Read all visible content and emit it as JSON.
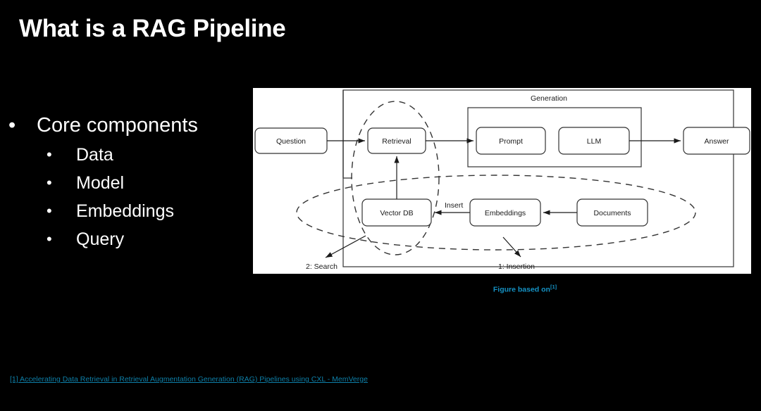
{
  "slide": {
    "title": "What is a RAG Pipeline",
    "background_color": "#000000",
    "text_color": "#ffffff",
    "link_color": "#0e7fa8",
    "credit_color": "#1592c4"
  },
  "bullets": {
    "level1": "Core components",
    "level2": [
      "Data",
      "Model",
      "Embeddings",
      "Query"
    ],
    "marker": "•"
  },
  "figure": {
    "credit_text": "Figure based on",
    "credit_superscript": "[1]",
    "nodes": {
      "question": "Question",
      "retrieval": "Retrieval",
      "prompt": "Prompt",
      "llm": "LLM",
      "answer": "Answer",
      "vector_db": "Vector DB",
      "embeddings": "Embeddings",
      "documents": "Documents"
    },
    "group_label": "Generation",
    "edge_labels": {
      "insert": "Insert"
    },
    "flow_labels": {
      "search": "2: Search",
      "insertion": "1: Insertion"
    },
    "panel_background": "#ffffff",
    "stroke_color": "#333333"
  },
  "footnote": {
    "text": "[1] Accelerating Data Retrieval in Retrieval Augmentation Generation (RAG) Pipelines using CXL - MemVerge"
  }
}
